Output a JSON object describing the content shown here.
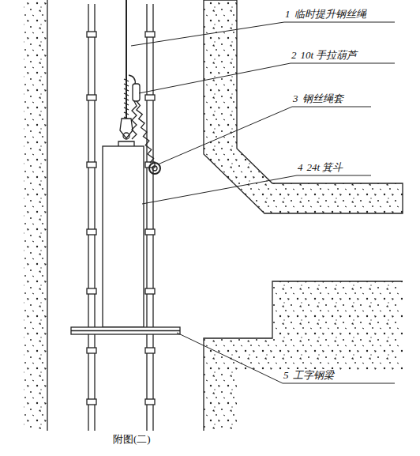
{
  "diagram": {
    "caption": "附图(二)",
    "labels": [
      "1",
      "临时提升钢丝绳",
      "2",
      "10t 手拉葫芦",
      "3",
      "钢丝绳套",
      "4",
      "24t 箕斗",
      "5",
      "工字钢梁"
    ]
  }
}
